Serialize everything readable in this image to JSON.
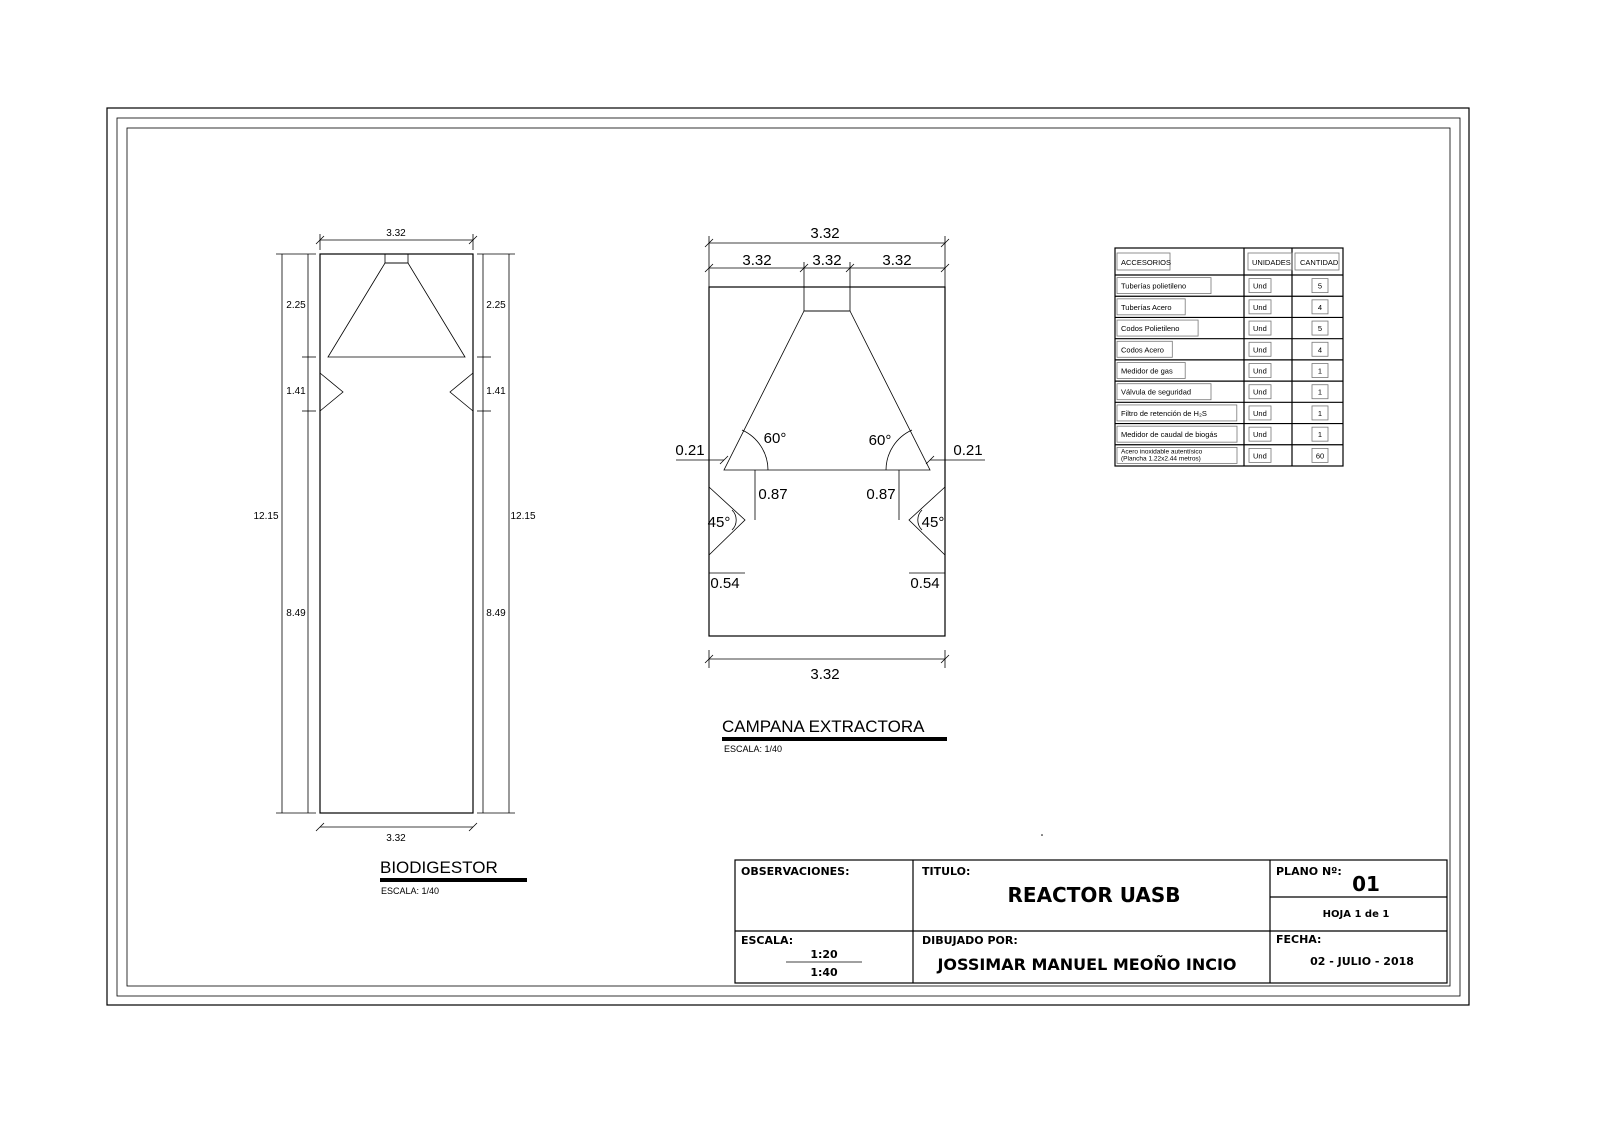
{
  "biodigestor": {
    "title": "BIODIGESTOR",
    "scale": "ESCALA: 1/40",
    "dims": {
      "top": "3.32",
      "bottom": "3.32",
      "total_height": "12.15",
      "upper": "2.25",
      "middle": "1.41",
      "lower": "8.49"
    }
  },
  "campana": {
    "title": "CAMPANA EXTRACTORA",
    "scale": "ESCALA: 1/40",
    "dims": {
      "total_top": "3.32",
      "seg_left": "3.32",
      "seg_mid": "3.32",
      "seg_right": "3.32",
      "bottom": "3.32",
      "offset_left": "0.21",
      "offset_right": "0.21",
      "angle_left": "60°",
      "angle_right": "60°",
      "gap_left": "0.87",
      "gap_right": "0.87",
      "baffle_angle_left": "45°",
      "baffle_angle_right": "45°",
      "baffle_left": "0.54",
      "baffle_right": "0.54"
    }
  },
  "table": {
    "headers": [
      "ACCESORIOS",
      "UNIDADES",
      "CANTIDAD"
    ],
    "rows": [
      {
        "item": "Tuberías polietileno",
        "unit": "Und",
        "qty": "5"
      },
      {
        "item": "Tuberías Acero",
        "unit": "Und",
        "qty": "4"
      },
      {
        "item": "Codos Polietileno",
        "unit": "Und",
        "qty": "5"
      },
      {
        "item": "Codos Acero",
        "unit": "Und",
        "qty": "4"
      },
      {
        "item": "Medidor de gas",
        "unit": "Und",
        "qty": "1"
      },
      {
        "item": "Válvula de seguridad",
        "unit": "Und",
        "qty": "1"
      },
      {
        "item": "Filtro de retención de H₂S",
        "unit": "Und",
        "qty": "1"
      },
      {
        "item": "Medidor de caudal de biogás",
        "unit": "Und",
        "qty": "1"
      },
      {
        "item": "Acero inoxidable autentísico",
        "item2": "(Plancha 1.22x2.44 metros)",
        "unit": "Und",
        "qty": "60"
      }
    ]
  },
  "title_block": {
    "observaciones_label": "OBSERVACIONES:",
    "titulo_label": "TITULO:",
    "titulo": "REACTOR UASB",
    "plano_label": "PLANO Nº:",
    "plano": "01",
    "hoja": "HOJA 1 de 1",
    "escala_label": "ESCALA:",
    "escala_1": "1:20",
    "escala_2": "1:40",
    "dibujado_label": "DIBUJADO POR:",
    "dibujado": "JOSSIMAR MANUEL MEOÑO INCIO",
    "fecha_label": "FECHA:",
    "fecha": "02 - JULIO - 2018"
  }
}
